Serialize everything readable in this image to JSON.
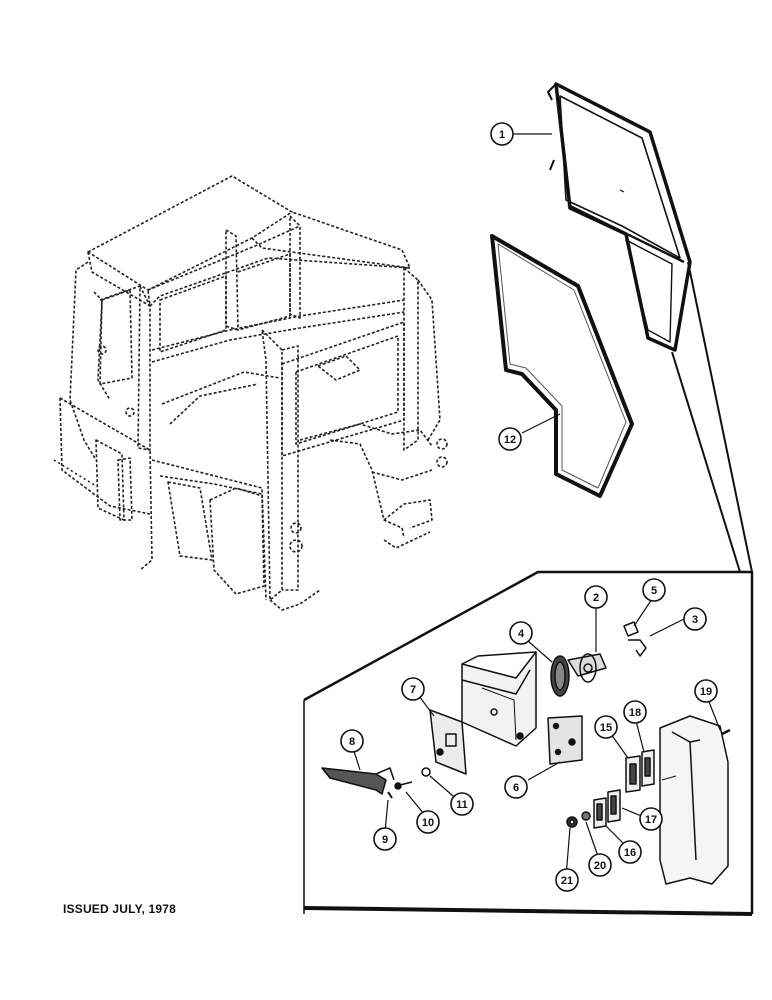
{
  "footer": {
    "issued": "ISSUED JULY, 1978"
  },
  "callouts": [
    {
      "id": "c1",
      "label": "1"
    },
    {
      "id": "c2",
      "label": "2"
    },
    {
      "id": "c3",
      "label": "3"
    },
    {
      "id": "c4",
      "label": "4"
    },
    {
      "id": "c5",
      "label": "5"
    },
    {
      "id": "c6",
      "label": "6"
    },
    {
      "id": "c7",
      "label": "7"
    },
    {
      "id": "c8",
      "label": "8"
    },
    {
      "id": "c9",
      "label": "9"
    },
    {
      "id": "c10",
      "label": "10"
    },
    {
      "id": "c11",
      "label": "11"
    },
    {
      "id": "c12",
      "label": "12"
    },
    {
      "id": "c15",
      "label": "15"
    },
    {
      "id": "c16",
      "label": "16"
    },
    {
      "id": "c17",
      "label": "17"
    },
    {
      "id": "c18",
      "label": "18"
    },
    {
      "id": "c19",
      "label": "19"
    },
    {
      "id": "c20",
      "label": "20"
    },
    {
      "id": "c21",
      "label": "21"
    }
  ]
}
